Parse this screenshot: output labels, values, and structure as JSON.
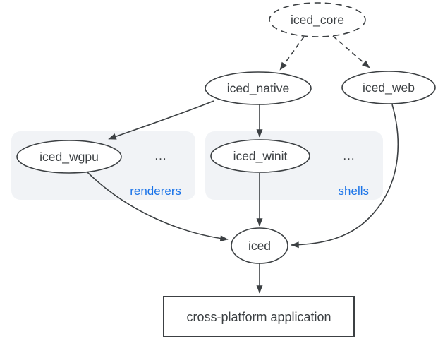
{
  "diagram": {
    "subject": "iced ecosystem dependency graph",
    "nodes": {
      "iced_core": {
        "label": "iced_core",
        "shape": "ellipse",
        "border": "dashed"
      },
      "iced_native": {
        "label": "iced_native",
        "shape": "ellipse",
        "border": "solid"
      },
      "iced_web": {
        "label": "iced_web",
        "shape": "ellipse",
        "border": "solid"
      },
      "iced_wgpu": {
        "label": "iced_wgpu",
        "shape": "ellipse",
        "border": "solid",
        "group": "renderers"
      },
      "iced_winit": {
        "label": "iced_winit",
        "shape": "ellipse",
        "border": "solid",
        "group": "shells"
      },
      "iced": {
        "label": "iced",
        "shape": "ellipse",
        "border": "solid"
      },
      "app": {
        "label": "cross-platform application",
        "shape": "rectangle",
        "border": "solid"
      }
    },
    "groups": {
      "renderers": {
        "label": "renderers",
        "ellipsis": "...",
        "members": [
          "iced_wgpu"
        ]
      },
      "shells": {
        "label": "shells",
        "ellipsis": "...",
        "members": [
          "iced_winit"
        ]
      }
    },
    "edges": [
      {
        "from": "iced_core",
        "to": "iced_native",
        "style": "dashed"
      },
      {
        "from": "iced_core",
        "to": "iced_web",
        "style": "dashed"
      },
      {
        "from": "iced_native",
        "to": "iced_wgpu",
        "style": "solid"
      },
      {
        "from": "iced_native",
        "to": "iced_winit",
        "style": "solid"
      },
      {
        "from": "iced_wgpu",
        "to": "iced",
        "style": "solid"
      },
      {
        "from": "iced_winit",
        "to": "iced",
        "style": "solid"
      },
      {
        "from": "iced_web",
        "to": "iced",
        "style": "solid"
      },
      {
        "from": "iced",
        "to": "app",
        "style": "solid"
      }
    ],
    "colors": {
      "background": "#ffffff",
      "stroke": "#3c4043",
      "text": "#3c4043",
      "node_fill": "#ffffff",
      "group_fill": "#f1f3f6",
      "group_label": "#1a73e8"
    }
  }
}
